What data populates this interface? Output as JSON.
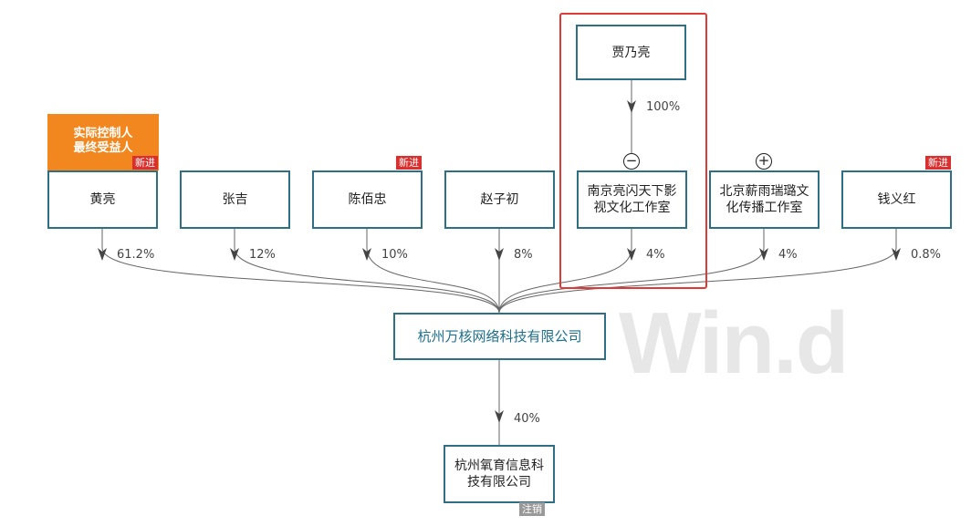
{
  "controller_badge": {
    "line1": "实际控制人",
    "line2": "最终受益人"
  },
  "shareholders": [
    {
      "name": "黄亮",
      "percent": "61.2%",
      "tag": "新进"
    },
    {
      "name": "张吉",
      "percent": "12%",
      "tag": ""
    },
    {
      "name": "陈佰忠",
      "percent": "10%",
      "tag": "新进"
    },
    {
      "name": "赵子初",
      "percent": "8%",
      "tag": ""
    },
    {
      "name": "南京亮闪天下影视文化工作室",
      "percent": "4%",
      "tag": "",
      "toggle": "−"
    },
    {
      "name": "北京薪雨瑞璐文化传播工作室",
      "percent": "4%",
      "tag": "",
      "toggle": "+"
    },
    {
      "name": "钱义红",
      "percent": "0.8%",
      "tag": "新进"
    }
  ],
  "upper_holder": {
    "name": "贾乃亮",
    "percent": "100%"
  },
  "center_company": {
    "name": "杭州万核网络科技有限公司"
  },
  "subsidiary": {
    "name": "杭州氧育信息科技有限公司",
    "percent": "40%",
    "tag": "注销"
  },
  "watermark": "Win.d",
  "colors": {
    "border": "#2e6f86",
    "highlight": "#e03a36",
    "badge": "#f2871f",
    "new_tag": "#d9302f",
    "cancel_tag": "#999999"
  }
}
